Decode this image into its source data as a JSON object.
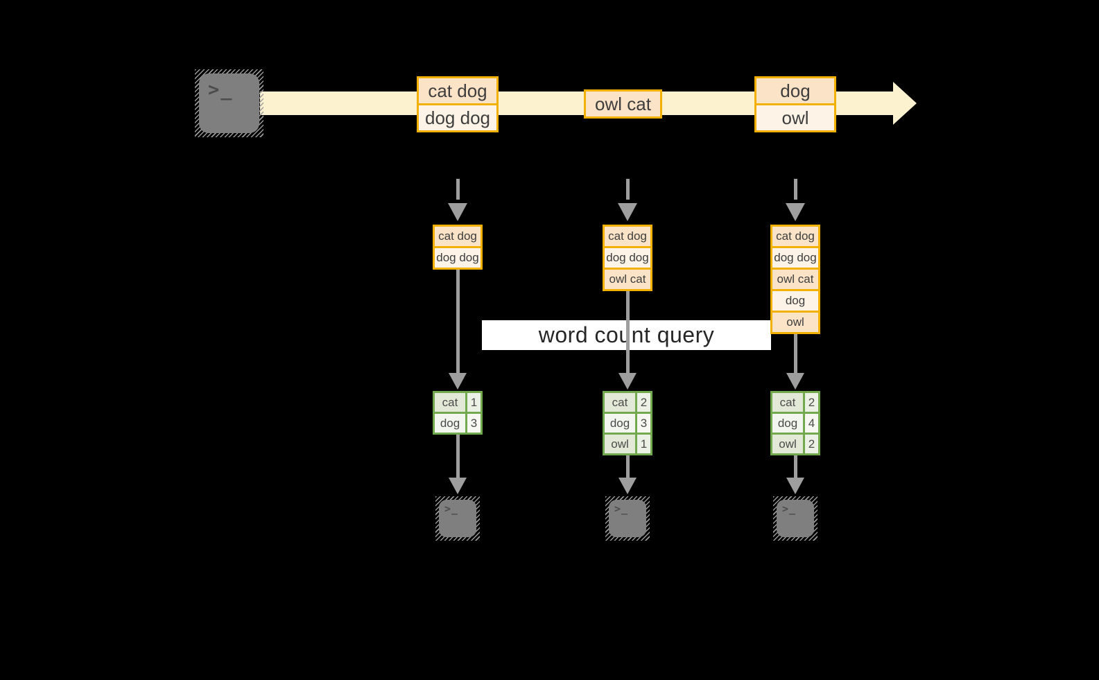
{
  "diagram": {
    "query_label": "word count query",
    "terminal_prompt": ">_",
    "background_color": "#000000"
  },
  "icons": {
    "source_terminal": "terminal-prompt-icon",
    "output_terminal": "terminal-prompt-icon",
    "stream_arrow": "right-arrow",
    "flow_arrows": "down-arrow"
  },
  "colors": {
    "stream_fill": "#fdf2d0",
    "record_border": "#f2b100",
    "record_fill_dark": "#fae3c6",
    "record_fill_light": "#fdf3e6",
    "table_border": "#72a94f",
    "table_fill_dark": "#e2ead7",
    "table_fill_light": "#f3f6ee",
    "arrow_gray": "#9e9e9e",
    "terminal_fill": "#7f7f7f",
    "query_band_fill": "#ffffff"
  },
  "stream": {
    "boxes": [
      {
        "cells": [
          "cat dog",
          "dog dog"
        ]
      },
      {
        "cells": [
          "owl cat"
        ]
      },
      {
        "cells": [
          "dog",
          "owl"
        ]
      }
    ]
  },
  "columns": [
    {
      "records": [
        "cat dog",
        "dog dog"
      ],
      "counts": [
        {
          "word": "cat",
          "count": 1
        },
        {
          "word": "dog",
          "count": 3
        }
      ]
    },
    {
      "records": [
        "cat dog",
        "dog dog",
        "owl cat"
      ],
      "counts": [
        {
          "word": "cat",
          "count": 2
        },
        {
          "word": "dog",
          "count": 3
        },
        {
          "word": "owl",
          "count": 1
        }
      ]
    },
    {
      "records": [
        "cat dog",
        "dog dog",
        "owl cat",
        "dog",
        "owl"
      ],
      "counts": [
        {
          "word": "cat",
          "count": 2
        },
        {
          "word": "dog",
          "count": 4
        },
        {
          "word": "owl",
          "count": 2
        }
      ]
    }
  ]
}
